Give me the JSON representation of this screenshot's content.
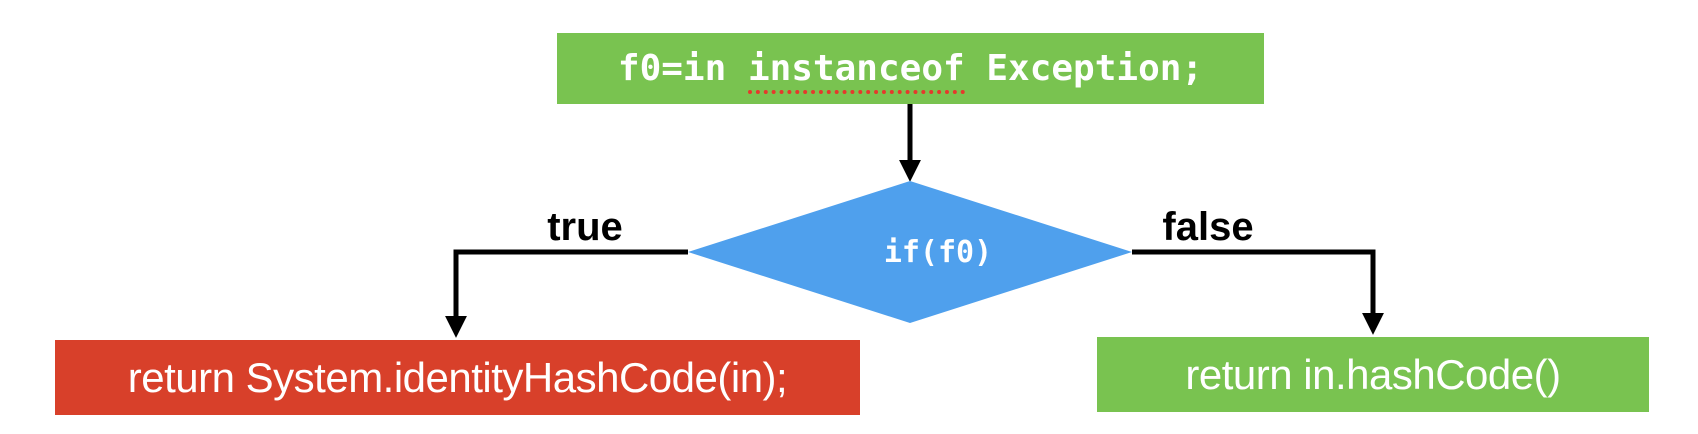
{
  "colors": {
    "green": "#79C350",
    "blue": "#4FA0ED",
    "red": "#D8402A",
    "spellcheck": "#E5392C",
    "label": "#000000",
    "arrow": "#000000",
    "node_text": "#FFFFFF"
  },
  "flowchart": {
    "statement_box": {
      "text_before": "f0=in ",
      "misspelled_word": "instanceof",
      "text_after": " Exception;"
    },
    "decision": {
      "label": "if(f0)"
    },
    "branches": {
      "true_label": "true",
      "false_label": "false"
    },
    "true_result_box": {
      "label": "return System.identityHashCode(in);"
    },
    "false_result_box": {
      "label": "return in.hashCode()"
    }
  }
}
